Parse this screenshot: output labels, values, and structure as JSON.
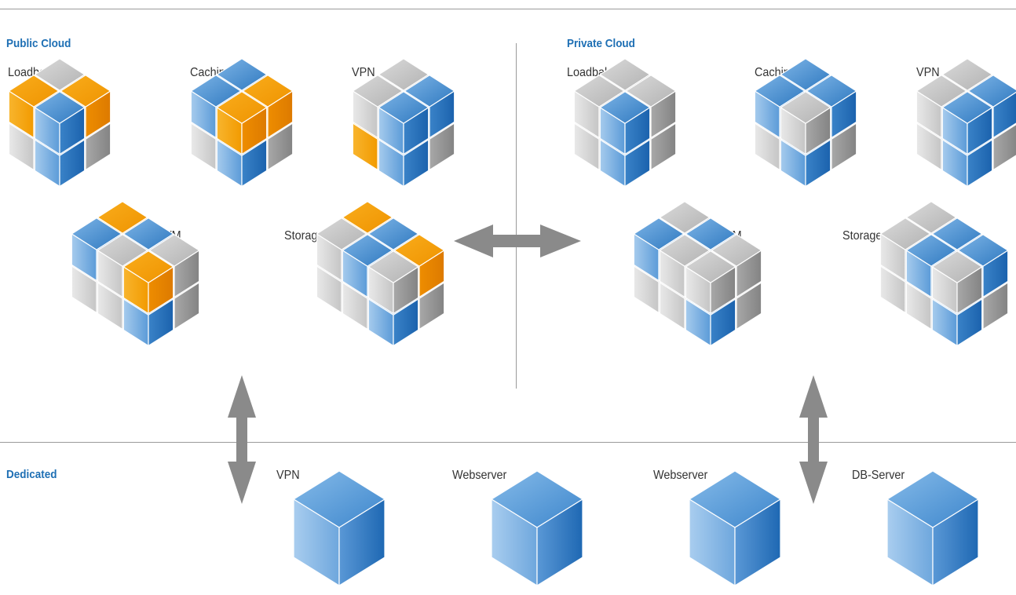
{
  "colors": {
    "accent": "#1e6fb4",
    "blue": "#3f87cc",
    "orange": "#f39a00",
    "gray": "#a9a9a9",
    "arrow": "#8a8a8a",
    "rule": "#999999"
  },
  "sections": {
    "public_cloud": "Public Cloud",
    "private_cloud": "Private Cloud",
    "dedicated": "Dedicated"
  },
  "public_cloud": {
    "loadbalancer": {
      "label": "Loadbalancer",
      "highlight": [
        "blue",
        "orange"
      ]
    },
    "caching": {
      "label": "Caching",
      "highlight": [
        "blue",
        "orange"
      ]
    },
    "vpn": {
      "label": "VPN",
      "highlight": [
        "blue",
        "orange"
      ]
    },
    "vm": {
      "label": "VM",
      "highlight": [
        "blue",
        "orange"
      ]
    },
    "storage": {
      "label": "Storage",
      "highlight": [
        "blue",
        "orange"
      ]
    }
  },
  "private_cloud": {
    "loadbalancer": {
      "label": "Loadbalancer",
      "highlight": [
        "blue"
      ]
    },
    "caching": {
      "label": "Caching",
      "highlight": [
        "blue"
      ]
    },
    "vpn": {
      "label": "VPN",
      "highlight": [
        "blue"
      ]
    },
    "vm": {
      "label": "VM",
      "highlight": [
        "blue"
      ]
    },
    "storage": {
      "label": "Storage",
      "highlight": [
        "blue"
      ]
    }
  },
  "dedicated": {
    "servers": [
      {
        "label": "VPN"
      },
      {
        "label": "Webserver"
      },
      {
        "label": "Webserver"
      },
      {
        "label": "DB-Server"
      }
    ]
  },
  "arrows": [
    {
      "from": "public_cloud",
      "to": "private_cloud",
      "icon": "double-arrow-horizontal-icon"
    },
    {
      "from": "public_cloud",
      "to": "dedicated",
      "icon": "double-arrow-vertical-icon"
    },
    {
      "from": "private_cloud",
      "to": "dedicated",
      "icon": "double-arrow-vertical-icon"
    }
  ]
}
